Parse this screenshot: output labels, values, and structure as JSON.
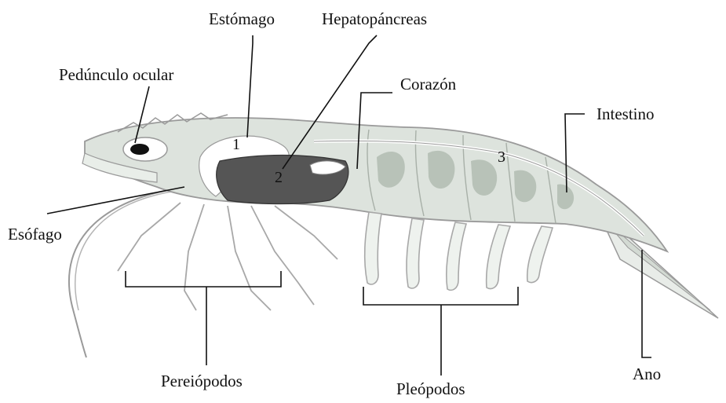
{
  "labels": {
    "estomago": "Estómago",
    "hepatopancreas": "Hepatopáncreas",
    "peduncle": "Pedúnculo ocular",
    "corazon": "Corazón",
    "intestino": "Intestino",
    "esofago": "Esófago",
    "pereiopodos": "Pereiópodos",
    "pleopodos": "Pleópodos",
    "ano": "Ano"
  },
  "markers": {
    "one": "1",
    "two": "2",
    "three": "3"
  },
  "colors": {
    "outline": "#9a9a9a",
    "body_fill": "#dde3dd",
    "tissue": "#b8c2b8",
    "hepatopancreas": "#555555",
    "leader_line": "#111111"
  }
}
